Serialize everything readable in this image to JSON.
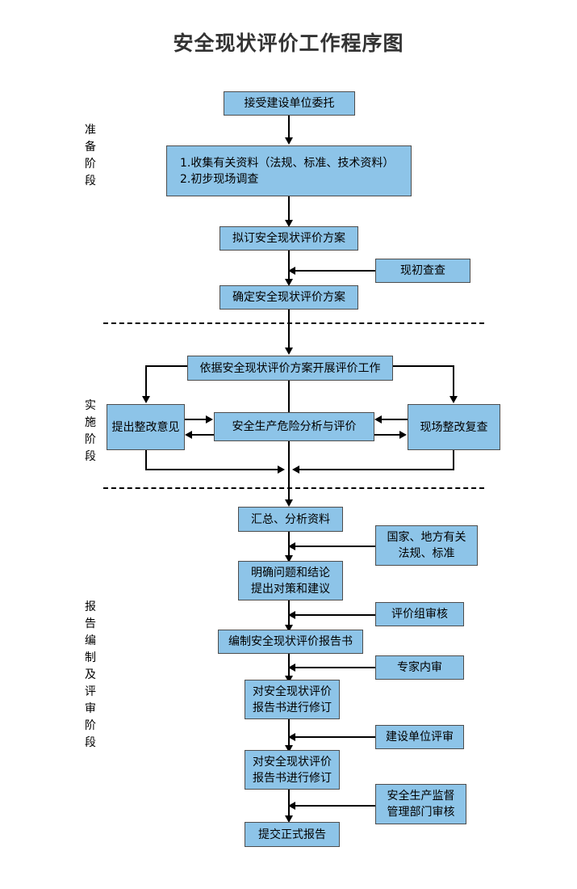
{
  "title": "安全现状评价工作程序图",
  "colors": {
    "node_fill": "#8DC4E8",
    "node_border": "#4D4D4D",
    "connector": "#000000",
    "title_text": "#333333",
    "page_background": "#FFFFFF"
  },
  "stages": [
    {
      "id": "preparation",
      "label": "准备阶段",
      "chars": [
        "准",
        "备",
        "阶",
        "段"
      ]
    },
    {
      "id": "implementation",
      "label": "实施阶段",
      "chars": [
        "实",
        "施",
        "阶",
        "段"
      ]
    },
    {
      "id": "reporting",
      "label": "报告编制及评审阶段",
      "chars": [
        "报",
        "告",
        "编",
        "制",
        "及",
        "评",
        "审",
        "阶",
        "段"
      ]
    }
  ],
  "nodes": {
    "accept_commission": {
      "lines": [
        "接受建设单位委托"
      ]
    },
    "collect_data": {
      "lines": [
        "1.收集有关资料（法规、标准、技术资料）",
        "2.初步现场调查"
      ]
    },
    "draft_plan": {
      "lines": [
        "拟订安全现状评价方案"
      ]
    },
    "site_preliminary_check": {
      "lines": [
        "现初查查"
      ]
    },
    "confirm_plan": {
      "lines": [
        "确定安全现状评价方案"
      ]
    },
    "carry_out_evaluation": {
      "lines": [
        "依据安全现状评价方案开展评价工作"
      ]
    },
    "rectification_opinion": {
      "lines": [
        "提出整改意见"
      ]
    },
    "hazard_analysis": {
      "lines": [
        "安全生产危险分析与评价"
      ]
    },
    "site_recheck": {
      "lines": [
        "现场整改复查"
      ]
    },
    "summarize_data": {
      "lines": [
        "汇总、分析资料"
      ]
    },
    "clarify_problems": {
      "lines": [
        "明确问题和结论",
        "提出对策和建议"
      ]
    },
    "national_local_laws": {
      "lines": [
        "国家、地方有关",
        "法规、标准"
      ]
    },
    "compile_report": {
      "lines": [
        "编制安全现状评价报告书"
      ]
    },
    "review_group_audit": {
      "lines": [
        "评价组审核"
      ]
    },
    "expert_internal_review": {
      "lines": [
        "专家内审"
      ]
    },
    "revise_report_1": {
      "lines": [
        "对安全现状评价",
        "报告书进行修订"
      ]
    },
    "owner_review": {
      "lines": [
        "建设单位评审"
      ]
    },
    "revise_report_2": {
      "lines": [
        "对安全现状评价",
        "报告书进行修订"
      ]
    },
    "safety_bureau_audit": {
      "lines": [
        "安全生产监督",
        "管理部门审核"
      ]
    },
    "submit_final_report": {
      "lines": [
        "提交正式报告"
      ]
    }
  }
}
